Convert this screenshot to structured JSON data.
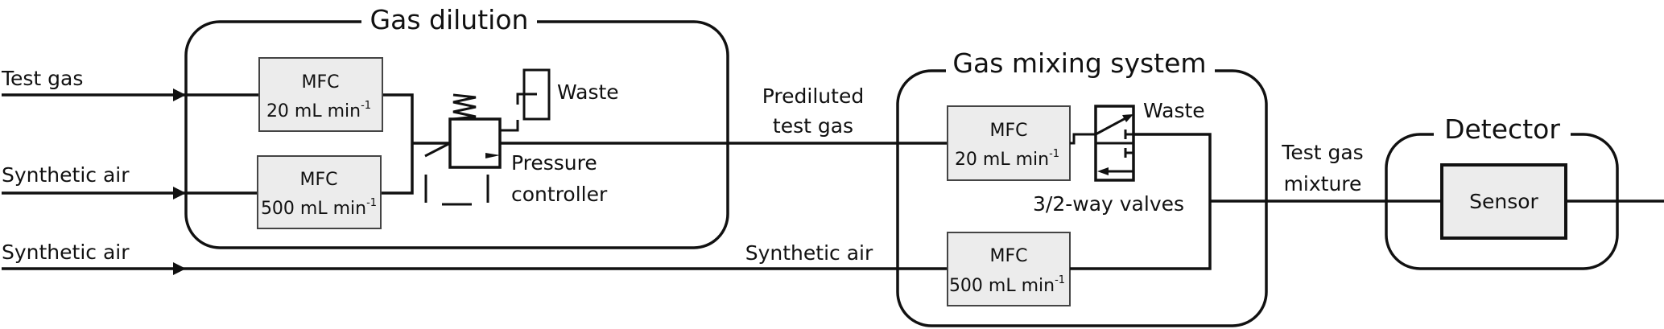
{
  "inputs": [
    {
      "label": "Test gas"
    },
    {
      "label": "Synthetic air"
    },
    {
      "label": "Synthetic air"
    }
  ],
  "gas_dilution": {
    "title": "Gas dilution",
    "mfc_top": {
      "name": "MFC",
      "rate": "20 mL min",
      "exp": "-1"
    },
    "mfc_bottom": {
      "name": "MFC",
      "rate": "500 mL min",
      "exp": "-1"
    },
    "pressure_controller": {
      "line1": "Pressure",
      "line2": "controller"
    },
    "waste_label": "Waste"
  },
  "connections": {
    "prediluted_line1": "Prediluted",
    "prediluted_line2": "test gas",
    "synthetic_air_mid": "Synthetic air",
    "mixture_line1": "Test gas",
    "mixture_line2": "mixture"
  },
  "gas_mixing": {
    "title": "Gas mixing system",
    "mfc_top": {
      "name": "MFC",
      "rate": "20 mL min",
      "exp": "-1"
    },
    "mfc_bottom": {
      "name": "MFC",
      "rate": "500 mL min",
      "exp": "-1"
    },
    "waste_label": "Waste",
    "valves_label": "3/2-way valves"
  },
  "detector": {
    "title": "Detector",
    "sensor_label": "Sensor"
  },
  "colors": {
    "line": "#111111",
    "box_fill": "#ececec"
  }
}
